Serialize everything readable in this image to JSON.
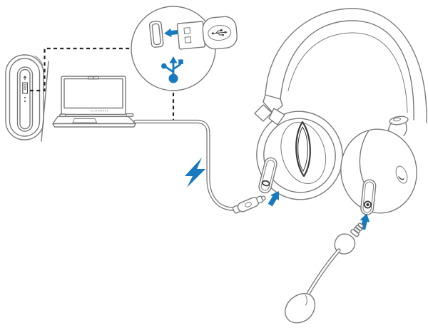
{
  "diagram": {
    "title": "Headset USB charging and boom microphone connection",
    "background": "#ffffff"
  },
  "colors": {
    "line": "#7b7b7b",
    "line_dark": "#3d3d3d",
    "dash": "#262626",
    "accent": "#1779be",
    "text": "#8f8f8f"
  },
  "laptop": {
    "brand_text": "ALIENWARE"
  },
  "inset": {
    "icons": [
      {
        "name": "usb-a-port-icon"
      },
      {
        "name": "left-arrow-icon"
      },
      {
        "name": "usb-a-plug-icon"
      },
      {
        "name": "usb-symbol-icon"
      }
    ]
  },
  "indicators": {
    "charging": "lightning-bolt-icon",
    "left_earcup_arrow": "arrow-to-usb-c-port-icon",
    "right_earcup_arrow": "arrow-to-mic-jack-port-icon"
  },
  "components": {
    "tower": "desktop-tower-side-view",
    "laptop": "alienware-laptop",
    "cable": "usb-charging-cable",
    "connector": "usb-c-connector",
    "headset": "over-ear-wireless-headset",
    "microphone": "detachable-boom-microphone"
  }
}
